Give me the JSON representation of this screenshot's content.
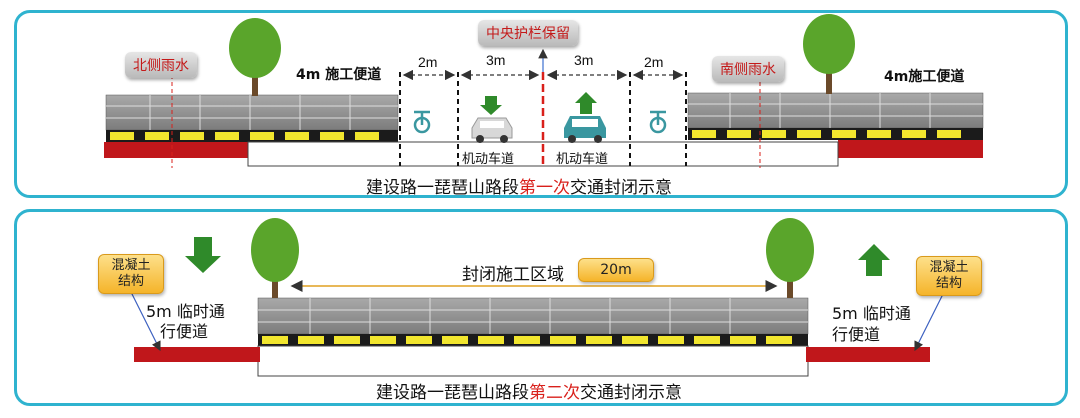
{
  "panel1": {
    "north_rain_label": "北侧雨水",
    "south_rain_label": "南侧雨水",
    "central_label": "中央护栏保留",
    "left_temp_road": "4m 施工便道",
    "right_temp_road": "4m施工便道",
    "dim_2m_left": "2m",
    "dim_3m_left": "3m",
    "dim_3m_right": "3m",
    "dim_2m_right": "2m",
    "lane_left": "机动车道",
    "lane_right": "机动车道",
    "caption_prefix": "建设路一琵琶山路段",
    "caption_highlight": "第一次",
    "caption_suffix": "交通封闭示意"
  },
  "panel2": {
    "left_concrete_label": "混凝土\n结构",
    "right_concrete_label": "混凝土\n结构",
    "closed_area_label": "封闭施工区域",
    "closed_area_width": "20m",
    "left_temp_road_line1": "5m 临时通",
    "left_temp_road_line2": "行便道",
    "right_temp_road_line1": "5m 临时通",
    "right_temp_road_line2": "行便道",
    "caption_prefix": "建设路一琵琶山路段",
    "caption_highlight": "第二次",
    "caption_suffix": "交通封闭示意"
  },
  "colors": {
    "frame": "#2fb3cf",
    "pavement": "#8e8e8e",
    "curb_yellow": "#f2e62e",
    "sidewalk_red": "#c0171b",
    "tree_green": "#5aa52b",
    "arrow_green": "#2f8a2a",
    "car_teal": "#3a97a0",
    "label_red": "#c41a1a"
  }
}
